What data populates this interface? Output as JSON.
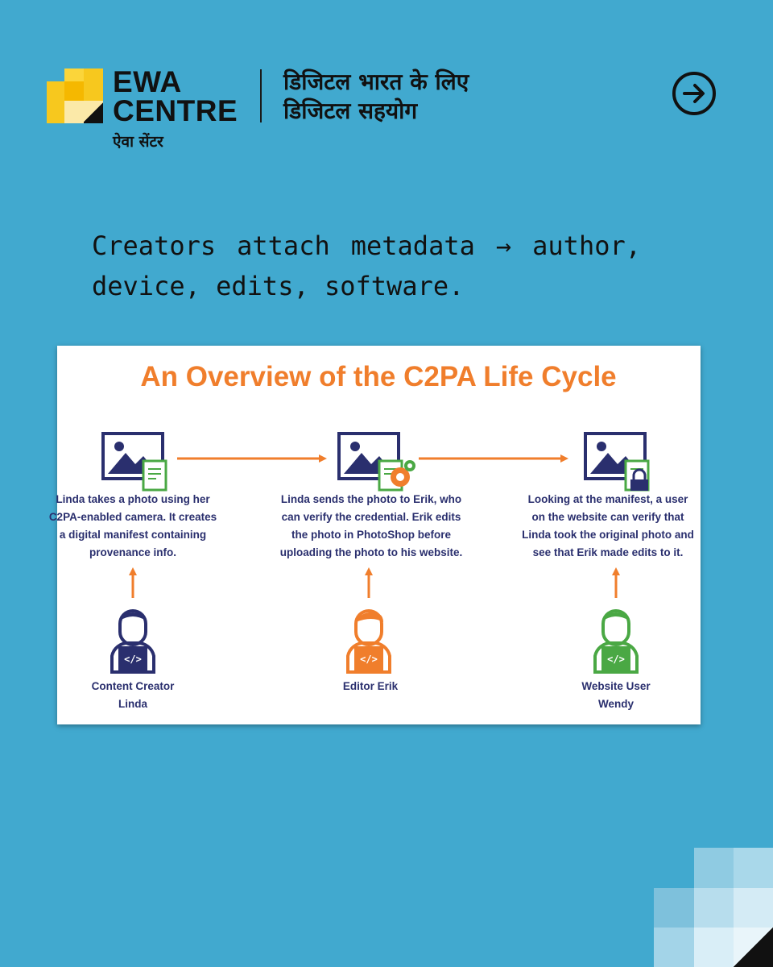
{
  "header": {
    "brand_line1": "EWA",
    "brand_line2": "CENTRE",
    "brand_sub": "ऐवा सेंटर",
    "tagline_line1": "डिजिटल भारत के लिए",
    "tagline_line2": "डिजिटल सहयोग",
    "next_icon": "arrow-right-circle-icon"
  },
  "caption": "Creators attach metadata → author, device, edits, software.",
  "diagram": {
    "title": "An Overview of the C2PA Life Cycle",
    "steps": [
      {
        "lines": [
          "Linda takes a photo using her",
          "C2PA-enabled camera. It creates",
          "a digital manifest containing",
          "provenance info."
        ],
        "icon": "photo-manifest-icon"
      },
      {
        "lines": [
          "Linda sends the photo to Erik, who",
          "can verify the credential. Erik edits",
          "the photo in PhotoShop before",
          "uploading the photo to his website."
        ],
        "icon": "photo-edit-gears-icon"
      },
      {
        "lines": [
          "Looking at the manifest, a user",
          "on the website can verify that",
          "Linda took the original photo and",
          "see that Erik made edits to it."
        ],
        "icon": "photo-lock-icon"
      }
    ],
    "actors": [
      {
        "lines": [
          "Content Creator",
          "Linda"
        ],
        "color": "#2a2f6e"
      },
      {
        "lines": [
          "Editor Erik"
        ],
        "color": "#f07e2c"
      },
      {
        "lines": [
          "Website User",
          "Wendy"
        ],
        "color": "#4aa844"
      }
    ],
    "colors": {
      "navy": "#2a2f6e",
      "orange": "#f07e2c",
      "green": "#4aa844"
    }
  },
  "colors": {
    "background": "#41a9cf",
    "logo_yellow": "#f7c81e"
  }
}
